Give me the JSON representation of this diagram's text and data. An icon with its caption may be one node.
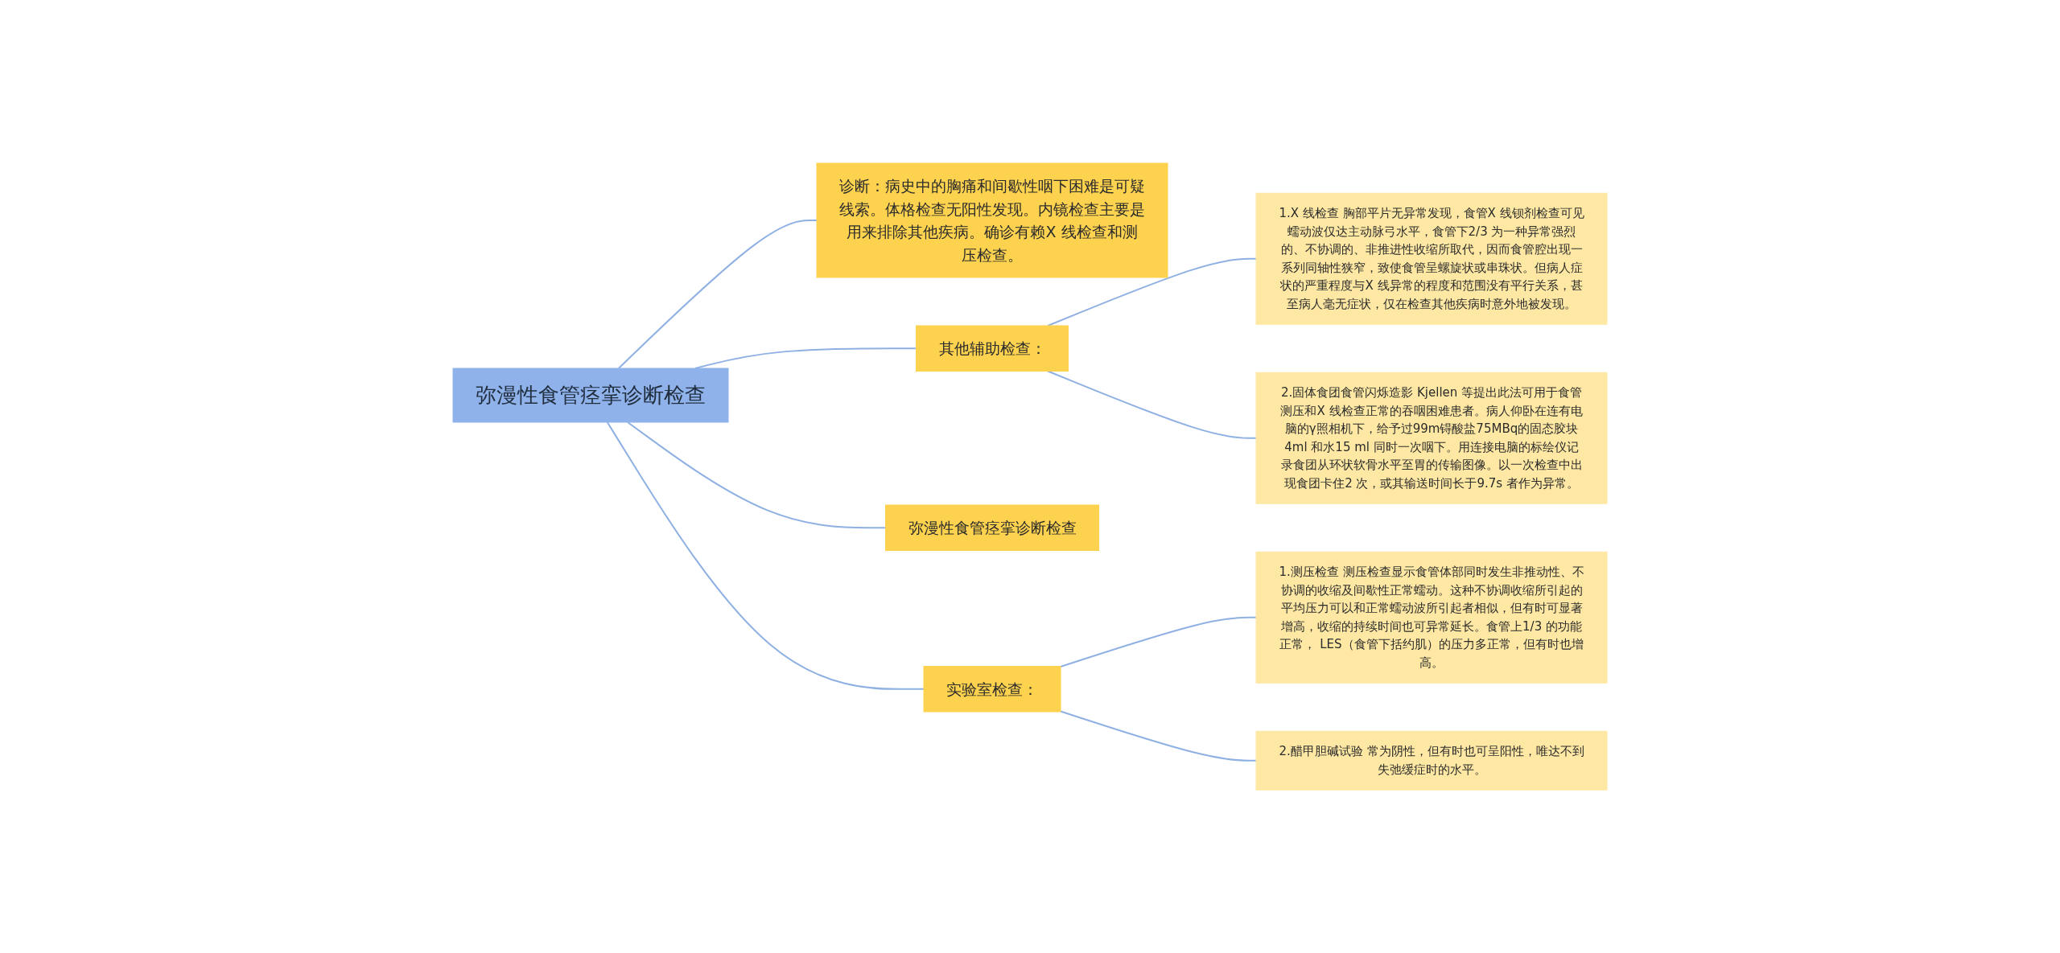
{
  "diagram": {
    "nodes": [
      {
        "text": [
          "弥漫性食管痉挛诊断检查"
        ]
      },
      {
        "text": [
          "诊断：病史中的胸痛和间歇性咽下困难是可疑线索。体格检查无阳性发现。内镜检查主要是用来排除其他疾病。确诊有赖X 线检查和测压检查。"
        ]
      },
      {
        "text": [
          "其他辅助检查："
        ]
      },
      {
        "text": [
          "1.X 线检查 胸部平片无异常发现，食管X 线钡剂检查可见蠕动波仅达主动脉弓水平，食管下2/3 为一种异常强烈的、不协调的、非推进性收缩所取代，因而食管腔出现一系列同轴性狭窄，致使食管呈螺旋状或串珠状。但病人症状的严重程度与X 线异常的程度和范围没有平行关系，甚至病人毫无症状，仅在检查其他疾病时意外地被发现。"
        ]
      },
      {
        "text": [
          "2.固体食团食管闪烁造影 Kjellen 等提出此法可用于食管测压和X 线检查正常的吞咽困难患者。病人仰卧在连有电脑的γ照相机下，给予过99m锝酸盐75MBq的固态胶块4ml 和水15 ml 同时一次咽下。用连接电脑的标绘仪记录食团从环状软骨水平至胃的传输图像。以一次检查中出现食团卡住2 次，或其输送时间长于9.7s 者作为异常。"
        ]
      },
      {
        "text": [
          "弥漫性食管痉挛诊断检查"
        ]
      },
      {
        "text": [
          "实验室检查："
        ]
      },
      {
        "text": [
          "1.测压检查 测压检查显示食管体部同时发生非推动性、不协调的收缩及间歇性正常蠕动。这种不协调收缩所引起的平均压力可以和正常蠕动波所引起者相似，但有时可显著增高，收缩的持续时间也可异常延长。食管上1/3 的功能正常， LES（食管下括约肌）的压力多正常，但有时也增高。"
        ]
      },
      {
        "text": [
          "2.醋甲胆碱试验 常为阴性，但有时也可呈阳性，唯达不到失弛缓症时的水平。"
        ]
      }
    ],
    "edges": [
      {
        "from": 0,
        "to": 1,
        "arrow": "none"
      },
      {
        "from": 0,
        "to": 2,
        "arrow": "none"
      },
      {
        "from": 2,
        "to": 3,
        "arrow": "none"
      },
      {
        "from": 2,
        "to": 4,
        "arrow": "none"
      },
      {
        "from": 0,
        "to": 5,
        "arrow": "none"
      },
      {
        "from": 0,
        "to": 6,
        "arrow": "none"
      },
      {
        "from": 6,
        "to": 7,
        "arrow": "none"
      },
      {
        "from": 6,
        "to": 8,
        "arrow": "none"
      }
    ]
  }
}
